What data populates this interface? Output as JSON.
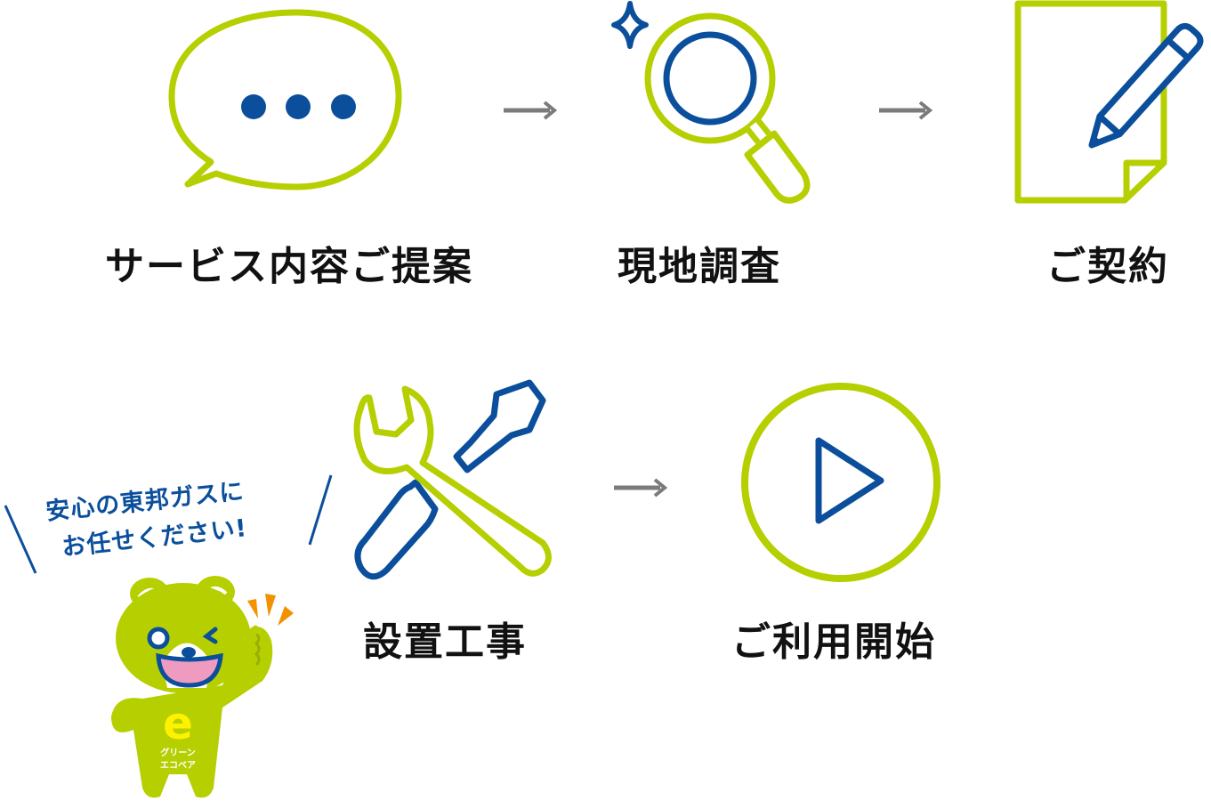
{
  "colors": {
    "green": "#b5cf00",
    "blue": "#0b4f9c",
    "arrow": "#7b7b7b",
    "text": "#111111",
    "orange": "#f39200",
    "pink": "#ef9bbf",
    "yellow": "#fff100"
  },
  "steps": [
    {
      "id": 1,
      "label": "サービス内容ご提案",
      "icon": "speech-bubble-icon"
    },
    {
      "id": 2,
      "label": "現地調査",
      "icon": "magnifying-glass-icon"
    },
    {
      "id": 3,
      "label": "ご契約",
      "icon": "document-pencil-icon"
    },
    {
      "id": 4,
      "label": "設置工事",
      "icon": "wrench-screwdriver-icon"
    },
    {
      "id": 5,
      "label": "ご利用開始",
      "icon": "play-circle-icon"
    }
  ],
  "arrows": [
    {
      "from": 1,
      "to": 2,
      "glyph": "→"
    },
    {
      "from": 2,
      "to": 3,
      "glyph": "→"
    },
    {
      "from": 4,
      "to": 5,
      "glyph": "→"
    }
  ],
  "mascot": {
    "speech_line1": "安心の東邦ガスに",
    "speech_line2": "お任せください!",
    "shirt_letter": "e",
    "shirt_text_line1": "グリーン",
    "shirt_text_line2": "エコベア"
  }
}
